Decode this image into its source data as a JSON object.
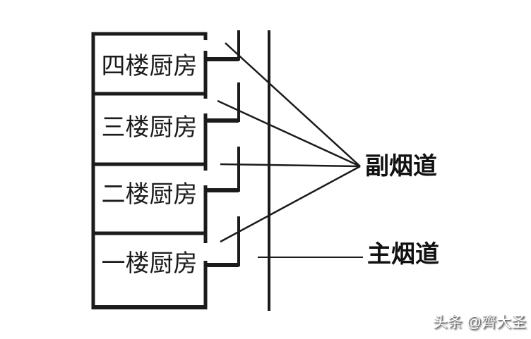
{
  "diagram": {
    "building": {
      "floors": [
        {
          "label": "四楼厨房"
        },
        {
          "label": "三楼厨房"
        },
        {
          "label": "二楼厨房"
        },
        {
          "label": "一楼厨房"
        }
      ]
    },
    "annotations": {
      "secondary_duct": "副烟道",
      "main_duct": "主烟道"
    },
    "colors": {
      "line": "#1b1b1b",
      "background": "#ffffff"
    }
  },
  "watermark": {
    "text": "头条 @齊大圣"
  }
}
